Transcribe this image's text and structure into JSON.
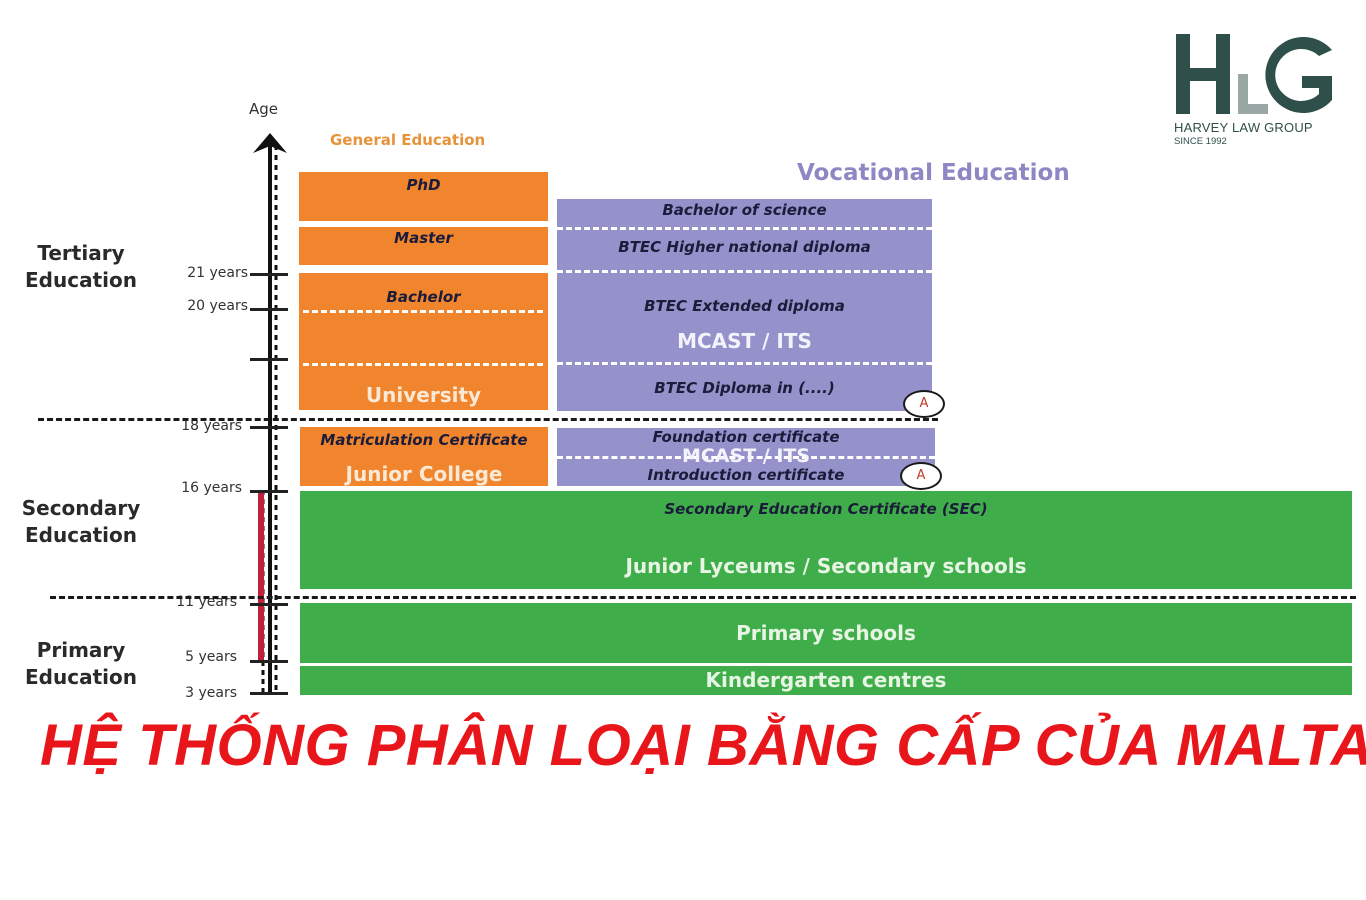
{
  "logo": {
    "letters": "HLG",
    "company": "HARVEY LAW GROUP",
    "since": "SINCE 1992",
    "color": "#2f4f4a"
  },
  "axis": {
    "title": "Age",
    "years": [
      "21 years",
      "20 years",
      "18 years",
      "16 years",
      "11 years",
      "5 years",
      "3 years"
    ]
  },
  "levels": {
    "tertiary": [
      "Tertiary",
      "Education"
    ],
    "secondary": [
      "Secondary",
      "Education"
    ],
    "primary": [
      "Primary",
      "Education"
    ]
  },
  "headings": {
    "general": "General Education",
    "vocational": "Vocational Education"
  },
  "general": {
    "phd": "PhD",
    "master": "Master",
    "bachelor": "Bachelor",
    "university": "University",
    "matriculation": "Matriculation Certificate",
    "junior_college": "Junior College"
  },
  "vocational": {
    "bachelor_science": "Bachelor of science",
    "btec_hnd": "BTEC Higher national diploma",
    "btec_extended": "BTEC Extended diploma",
    "mcast_its": "MCAST / ITS",
    "btec_diploma": "BTEC Diploma in (....)",
    "foundation": "Foundation certificate",
    "mcast_its_lower": "MCAST / ITS",
    "introduction": "Introduction certificate",
    "badge": "A"
  },
  "secondary": {
    "sec": "Secondary Education Certificate (SEC)",
    "schools": "Junior Lyceums / Secondary schools"
  },
  "primary": {
    "schools": "Primary schools",
    "kindergarten": "Kindergarten centres"
  },
  "title": "HỆ THỐNG PHÂN LOẠI BẰNG CẤP CỦA MALTA",
  "colors": {
    "orange": "#f0852d",
    "purple": "#9591cb",
    "green": "#3fae4a",
    "title_red": "#e8151b",
    "axis_red": "#c0203a"
  }
}
